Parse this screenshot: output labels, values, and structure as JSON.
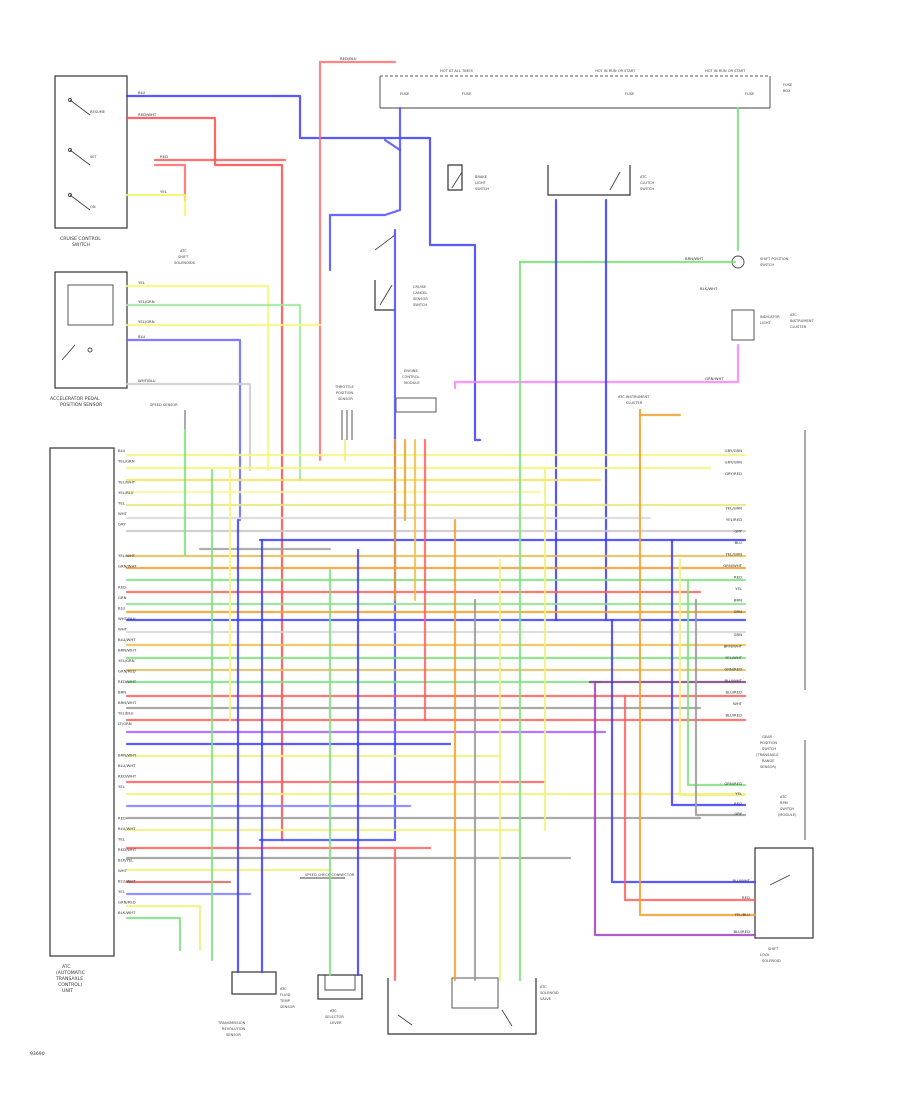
{
  "figure_id": "93690",
  "components": {
    "cruise_switch": {
      "lines": [
        "CRUISE CONTROL",
        "SWITCH"
      ],
      "positions": [
        "RESUME",
        "SET",
        "ON"
      ]
    },
    "acc_pedal_sensor": {
      "lines": [
        "ACCELERATOR PEDAL",
        "POSITION SENSOR"
      ]
    },
    "atc_unit": {
      "lines": [
        "ATC",
        "(AUTOMATIC",
        "TRANSAXLE",
        "CONTROL)",
        "UNIT"
      ]
    },
    "atc_shift_solenoids": {
      "lines": [
        "ATC",
        "SHIFT",
        "SOLENOIDS"
      ]
    },
    "speed_sensor": {
      "lines": [
        "SPEED SENSOR"
      ]
    },
    "fuse_box": {
      "lines": [
        "FUSE",
        "BOX"
      ]
    },
    "hot_all_times": "HOT AT ALL TIMES",
    "hot_run_start": "HOT IN RUN OR START",
    "hot_in_run": "HOT IN RUN OR START",
    "fuses": [
      "FUSE",
      "FUSE",
      "FUSE",
      "FUSE"
    ],
    "brake_switch": {
      "lines": [
        "BRAKE",
        "LIGHT",
        "SWITCH"
      ]
    },
    "clutch_switch": {
      "lines": [
        "ATC",
        "CLUTCH",
        "SWITCH"
      ]
    },
    "cruise_cancel_switch": {
      "lines": [
        "CRUISE",
        "CANCEL",
        "SENSOR",
        "SWITCH"
      ]
    },
    "throttle_sensor": {
      "lines": [
        "THROTTLE",
        "POSITION",
        "SENSOR"
      ]
    },
    "engine_ctrl": {
      "lines": [
        "ENGINE",
        "CONTROL",
        "MODULE"
      ]
    },
    "atc_instrument_cluster": {
      "lines": [
        "ATC INSTRUMENT",
        "CLUSTER"
      ]
    },
    "shift_lever": {
      "lines": [
        "SHIFT POSITION",
        "SWITCH"
      ]
    },
    "indicator": {
      "lines": [
        "INDICATOR",
        "LIGHT"
      ]
    },
    "cruise_indicator": {
      "lines": [
        "ATC",
        "INSTRUMENT",
        "CLUSTER"
      ]
    },
    "gear_position_switch": {
      "lines": [
        "GEAR",
        "POSITION",
        "SWITCH",
        "(TRANSAXLE",
        "RANGE",
        "SENSOR)"
      ]
    },
    "atc_rpm_switch": {
      "lines": [
        "ATC",
        "RPM",
        "SWITCH",
        "(MODULE)"
      ]
    },
    "shift_lock": {
      "lines": [
        "SHIFT",
        "LOCK",
        "SOLENOID"
      ]
    },
    "atc_fluid_temp": {
      "lines": [
        "ATC",
        "FLUID",
        "TEMP",
        "SENSOR"
      ]
    },
    "atc_indicator_solenoid": {
      "lines": [
        "ATC",
        "SELECTOR",
        "LEVER"
      ]
    },
    "revolution_sensor": {
      "lines": [
        "TRANSMISSION",
        "REVOLUTION",
        "SENSOR"
      ]
    },
    "atc_solenoid_valve": {
      "lines": [
        "ATC",
        "SOLENOID",
        "VALVE"
      ]
    },
    "speed_check_connector": "SPEED CHECK CONNECTOR"
  },
  "wire_labels": {
    "blu": "BLU",
    "red_wht": "RED/WHT",
    "red": "RED",
    "yel": "YEL",
    "yel_grn": "YEL/GRN",
    "grn": "GRN",
    "wht_blu": "WHT/BLU",
    "brn_wht": "BRN/WHT",
    "blk_wht": "BLK/WHT",
    "grn_wht": "GRN/WHT",
    "red_blu": "RED/BLU"
  },
  "atc_pins_left": [
    "BLU",
    "YEL/GRN",
    "",
    "YEL/WHT",
    "YEL/BLU",
    "YEL",
    "WHT",
    "GRY",
    "",
    "",
    "YEL/WHT",
    "GRN/WHT",
    "",
    "RED",
    "GRN",
    "BLU",
    "WHT/BLU",
    "WHT",
    "BLU/WHT",
    "BRN/WHT",
    "YEL/GRN",
    "GRN/RED",
    "RED/WHT",
    "BRN",
    "BRN/WHT",
    "YEL/BLU",
    "LT/GRN",
    "",
    "",
    "BRN/WHT",
    "BLU/WHT",
    "RED/WHT",
    "YEL",
    "",
    "",
    "RED",
    "BLU/WHT",
    "YEL",
    "RED/WHT",
    "BLK/YEL",
    "WHT",
    "BLU/WHT",
    "YEL",
    "GRN/RED",
    "BLK/WHT"
  ],
  "atc_pins_right": [
    "GRY/GRN",
    "GRY/GRN",
    "GRY/RED",
    "",
    "",
    "YEL/GRN",
    "YEL/RED",
    "GRY",
    "BLU",
    "YEL/GRN",
    "GRN/WHT",
    "RED",
    "YEL",
    "BRN",
    "GRN",
    "",
    "GRN",
    "BRN/WHT",
    "YEL/WHT",
    "GRN/RED",
    "BLU/WHT",
    "BLU/RED",
    "WHT",
    "BLU/RED"
  ],
  "right_lower_pins": [
    "GRN/RED",
    "YEL",
    "RED",
    "GRY"
  ],
  "lock_pins": [
    "BLU/WHT",
    "RED",
    "YEL/BLU",
    "BLU/RED"
  ]
}
